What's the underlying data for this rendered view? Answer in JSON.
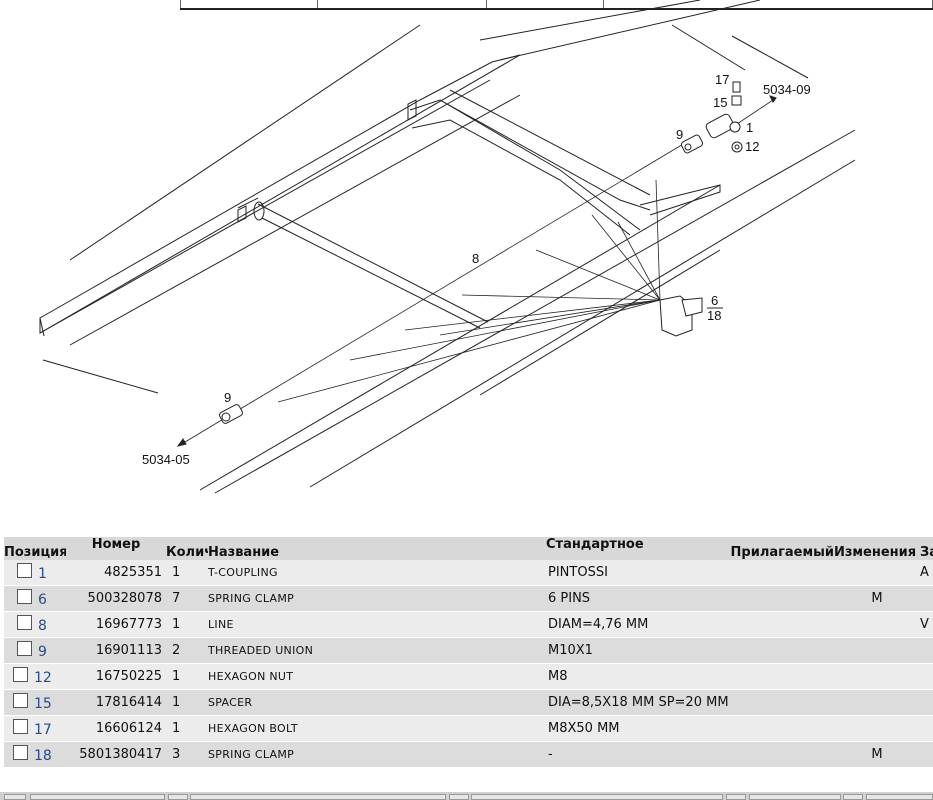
{
  "diagram": {
    "callouts": {
      "pos17": "17",
      "pos15": "15",
      "pos1": "1",
      "pos12": "12",
      "pos9_top": "9",
      "ref_top": "5034-09",
      "pos8": "8",
      "pos6": "6",
      "pos18": "18",
      "pos9_bottom": "9",
      "ref_bottom": "5034-05"
    }
  },
  "table": {
    "headers": {
      "pos": "Позиция",
      "num": "Номер",
      "qty": "Количество",
      "name": "Название",
      "std": "Стандартное",
      "appl": "Прилагаемый",
      "chg": "Изменения",
      "z": "За"
    },
    "rows": [
      {
        "pos": "1",
        "num": "4825351",
        "qty": "1",
        "name": "T-COUPLING",
        "std": "PINTOSSI",
        "chg": "",
        "z": "A"
      },
      {
        "pos": "6",
        "num": "500328078",
        "qty": "7",
        "name": "SPRING CLAMP",
        "std": "6 PINS",
        "chg": "M",
        "z": ""
      },
      {
        "pos": "8",
        "num": "16967773",
        "qty": "1",
        "name": "LINE",
        "std": "DIAM=4,76 MM",
        "chg": "",
        "z": "V"
      },
      {
        "pos": "9",
        "num": "16901113",
        "qty": "2",
        "name": "THREADED UNION",
        "std": "M10X1",
        "chg": "",
        "z": ""
      },
      {
        "pos": "12",
        "num": "16750225",
        "qty": "1",
        "name": "HEXAGON NUT",
        "std": "M8",
        "chg": "",
        "z": ""
      },
      {
        "pos": "15",
        "num": "17816414",
        "qty": "1",
        "name": "SPACER",
        "std": "DIA=8,5X18 MM SP=20 MM",
        "chg": "",
        "z": ""
      },
      {
        "pos": "17",
        "num": "16606124",
        "qty": "1",
        "name": "HEXAGON BOLT",
        "std": "M8X50 MM",
        "chg": "",
        "z": ""
      },
      {
        "pos": "18",
        "num": "5801380417",
        "qty": "3",
        "name": "SPRING CLAMP",
        "std": "-",
        "chg": "M",
        "z": ""
      }
    ]
  }
}
